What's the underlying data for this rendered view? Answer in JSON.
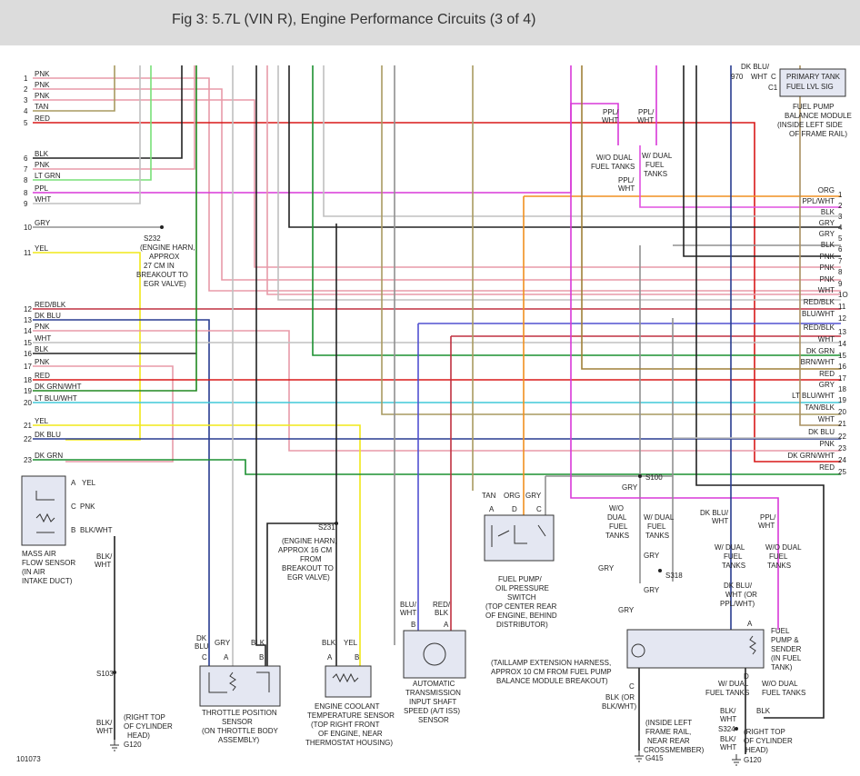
{
  "title": "Fig 3: 5.7L (VIN R), Engine Performance Circuits (3 of 4)",
  "figure_id": "101073",
  "colors": {
    "PNK": "#e89aa8",
    "TAN": "#a89a60",
    "RED": "#d81818",
    "BLK": "#222222",
    "LTGRN": "#78e078",
    "PPL": "#d838d8",
    "WHT": "#c0c0c0",
    "GRY": "#909090",
    "YEL": "#f0e818",
    "REDBLK": "#c03040",
    "DKBLU": "#283c90",
    "DKGRNWHT": "#208820",
    "LTBLUWHT": "#40c8d8",
    "DKGRN": "#1c9030",
    "ORG": "#f09020",
    "BLUWHT": "#5050d0",
    "BRNWHT": "#a08038",
    "TANBLK": "#a89060",
    "PPLWHT": "#e050e0"
  },
  "left_connector": [
    {
      "pin": "1",
      "label": "PNK"
    },
    {
      "pin": "2",
      "label": "PNK"
    },
    {
      "pin": "3",
      "label": "PNK"
    },
    {
      "pin": "4",
      "label": "TAN"
    },
    {
      "pin": "5",
      "label": "RED"
    },
    {
      "pin": "6",
      "label": "BLK"
    },
    {
      "pin": "7",
      "label": "PNK"
    },
    {
      "pin": "8",
      "label": "LT GRN"
    },
    {
      "pin": "8",
      "label": "PPL"
    },
    {
      "pin": "9",
      "label": "WHT"
    },
    {
      "pin": "10",
      "label": "GRY"
    },
    {
      "pin": "11",
      "label": "YEL"
    },
    {
      "pin": "12",
      "label": "RED/BLK"
    },
    {
      "pin": "13",
      "label": "DK BLU"
    },
    {
      "pin": "14",
      "label": "PNK"
    },
    {
      "pin": "15",
      "label": "WHT"
    },
    {
      "pin": "16",
      "label": "BLK"
    },
    {
      "pin": "17",
      "label": "PNK"
    },
    {
      "pin": "18",
      "label": "RED"
    },
    {
      "pin": "19",
      "label": "DK GRN/WHT"
    },
    {
      "pin": "20",
      "label": "LT BLU/WHT"
    },
    {
      "pin": "21",
      "label": "YEL"
    },
    {
      "pin": "22",
      "label": "DK BLU"
    },
    {
      "pin": "23",
      "label": "DK GRN"
    }
  ],
  "right_connector": [
    {
      "pin": "1",
      "label": "ORG"
    },
    {
      "pin": "2",
      "label": "PPL/WHT"
    },
    {
      "pin": "3",
      "label": "BLK"
    },
    {
      "pin": "4",
      "label": "GRY"
    },
    {
      "pin": "5",
      "label": "GRY"
    },
    {
      "pin": "6",
      "label": "BLK"
    },
    {
      "pin": "7",
      "label": "PNK"
    },
    {
      "pin": "8",
      "label": "PNK"
    },
    {
      "pin": "9",
      "label": "PNK"
    },
    {
      "pin": "1O",
      "label": "WHT"
    },
    {
      "pin": "11",
      "label": "RED/BLK"
    },
    {
      "pin": "12",
      "label": "BLU/WHT"
    },
    {
      "pin": "13",
      "label": "RED/BLK"
    },
    {
      "pin": "14",
      "label": "WHT"
    },
    {
      "pin": "15",
      "label": "DK GRN"
    },
    {
      "pin": "16",
      "label": "BRN/WHT"
    },
    {
      "pin": "17",
      "label": "RED"
    },
    {
      "pin": "18",
      "label": "GRY"
    },
    {
      "pin": "19",
      "label": "LT BLU/WHT"
    },
    {
      "pin": "20",
      "label": "TAN/BLK"
    },
    {
      "pin": "21",
      "label": "WHT"
    },
    {
      "pin": "22",
      "label": "DK BLU"
    },
    {
      "pin": "23",
      "label": "PNK"
    },
    {
      "pin": "24",
      "label": "DK GRN/WHT"
    },
    {
      "pin": "25",
      "label": "RED"
    }
  ],
  "splices": {
    "s232_id": "S232",
    "s232_note": [
      "(ENGINE HARN,",
      "APPROX",
      "27 CM IN",
      "BREAKOUT TO",
      "EGR VALVE)"
    ],
    "s231_id": "S231",
    "s231_note": [
      "(ENGINE HARN,",
      "APPROX 16 CM",
      "FROM",
      "BREAKOUT TO",
      "EGR VALVE)"
    ],
    "s100_id": "S100",
    "s100_wire": "GRY",
    "s318_id": "S318",
    "s103_id": "S103",
    "s324_id": "S324"
  },
  "maf": {
    "name": [
      "MASS AIR",
      "FLOW SENSOR",
      "(IN AIR",
      "INTAKE DUCT)"
    ],
    "pins": [
      {
        "pin": "A",
        "wire": "YEL"
      },
      {
        "pin": "C",
        "wire": "PNK"
      },
      {
        "pin": "B",
        "wire": "BLK/WHT"
      }
    ],
    "wire_below": [
      "BLK/",
      "WHT"
    ]
  },
  "tps": {
    "name": [
      "THROTTLE POSITION",
      "SENSOR",
      "(ON THROTTLE BODY",
      "ASSEMBLY)"
    ],
    "wires": [
      "DK",
      "BLU",
      "GRY",
      "BLK"
    ],
    "pins": [
      "C",
      "A",
      "B"
    ]
  },
  "ect": {
    "name": [
      "ENGINE COOLANT",
      "TEMPERATURE SENSOR",
      "(TOP RIGHT FRONT",
      "OF ENGINE, NEAR",
      "THERMOSTAT HOUSING)"
    ],
    "wires": [
      "BLK",
      "YEL"
    ],
    "pins": [
      "A",
      "B"
    ]
  },
  "issu": {
    "name": [
      "AUTOMATIC",
      "TRANSMISSION",
      "INPUT SHAFT",
      "SPEED (A/T ISS)",
      "SENSOR"
    ],
    "wires": [
      "BLU/",
      "WHT",
      "RED/",
      "BLK"
    ],
    "pins": [
      "B",
      "A"
    ]
  },
  "fuel_pump_switch": {
    "name": [
      "FUEL PUMP/",
      "OIL PRESSURE",
      "SWITCH",
      "(TOP CENTER REAR",
      "OF ENGINE, BEHIND",
      "DISTRIBUTOR)"
    ],
    "wires": [
      "TAN",
      "ORG",
      "GRY"
    ],
    "pins": [
      "A",
      "D",
      "C"
    ]
  },
  "primary_tank": {
    "name": [
      "PRIMARY TANK",
      "FUEL LVL SIG"
    ],
    "wire": [
      "DK BLU/",
      "WHT"
    ],
    "circuit": "970",
    "pins": [
      "C",
      "C1"
    ],
    "module": [
      "FUEL PUMP",
      "BALANCE MODULE",
      "(INSIDE LEFT SIDE",
      "OF FRAME RAIL)"
    ]
  },
  "fuel_sender": {
    "name": [
      "FUEL",
      "PUMP &",
      "SENDER",
      "(IN FUEL",
      "TANK)"
    ],
    "pins": [
      "A",
      "C",
      "D"
    ]
  },
  "labels": {
    "ppl_wht": [
      "PPL/",
      "WHT"
    ],
    "wo_dual": [
      "W/O DUAL",
      "FUEL TANKS"
    ],
    "w_dual": [
      "W/ DUAL",
      "FUEL",
      "TANKS"
    ],
    "ppl_wht2": [
      "PPL/",
      "WHT"
    ],
    "wo_dual2": [
      "W/O",
      "DUAL",
      "FUEL",
      "TANKS"
    ],
    "w_dual2": [
      "W/ DUAL",
      "FUEL",
      "TANKS"
    ],
    "gry": "GRY",
    "dkbluwht": [
      "DK BLU/",
      "WHT"
    ],
    "w_dual3": [
      "W/ DUAL",
      "FUEL",
      "TANKS"
    ],
    "wo_dual3": [
      "W/O DUAL",
      "FUEL",
      "TANKS"
    ],
    "dkbluwht_or": [
      "DK BLU/",
      "WHT (OR",
      "PPL/WHT)"
    ],
    "taillamp": [
      "(TAILLAMP EXTENSION HARNESS,",
      "APPROX 10 CM FROM FUEL PUMP",
      "BALANCE MODULE BREAKOUT)"
    ],
    "blk_or": [
      "BLK (OR",
      "BLK/WHT)"
    ],
    "frame_rail": [
      "(INSIDE LEFT",
      "FRAME RAIL,",
      "NEAR REAR",
      "CROSSMEMBER)"
    ],
    "w_dual4": [
      "W/ DUAL",
      "FUEL TANKS"
    ],
    "wo_dual4": [
      "W/O DUAL",
      "FUEL TANKS"
    ],
    "blk_wht": [
      "BLK/",
      "WHT"
    ],
    "blk": "BLK",
    "right_top_head": [
      "(RIGHT TOP",
      "OF CYLINDER",
      "HEAD)"
    ],
    "ground_g120": "G120",
    "ground_g415": "G415"
  }
}
